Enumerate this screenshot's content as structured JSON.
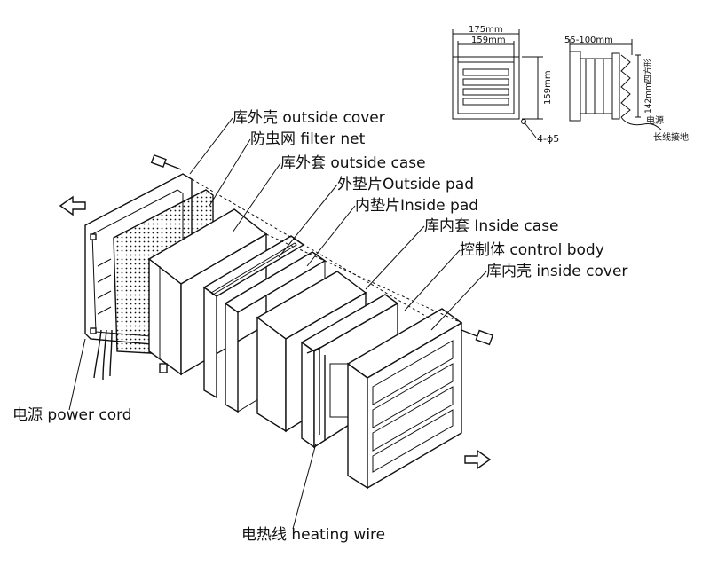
{
  "labels": {
    "outside_cover": "库外壳 outside cover",
    "filter_net": "防虫网 filter net",
    "outside_case": "库外套 outside case",
    "outside_pad": "外垫片Outside pad",
    "inside_pad": "内垫片Inside pad",
    "inside_case": "库内套 Inside case",
    "control_body": "控制体 control body",
    "inside_cover": "库内壳 inside cover",
    "power_cord": "电源 power cord",
    "heating_wire": "电热线  heating wire"
  },
  "dimensions": {
    "width_outer": "175mm",
    "width_inner": "159mm",
    "height": "159mm",
    "holes": "4-ϕ5",
    "depth_range": "55-100mm",
    "side_height": "142mm四方形",
    "power_label": "电源",
    "ground_label": "长线接地"
  }
}
